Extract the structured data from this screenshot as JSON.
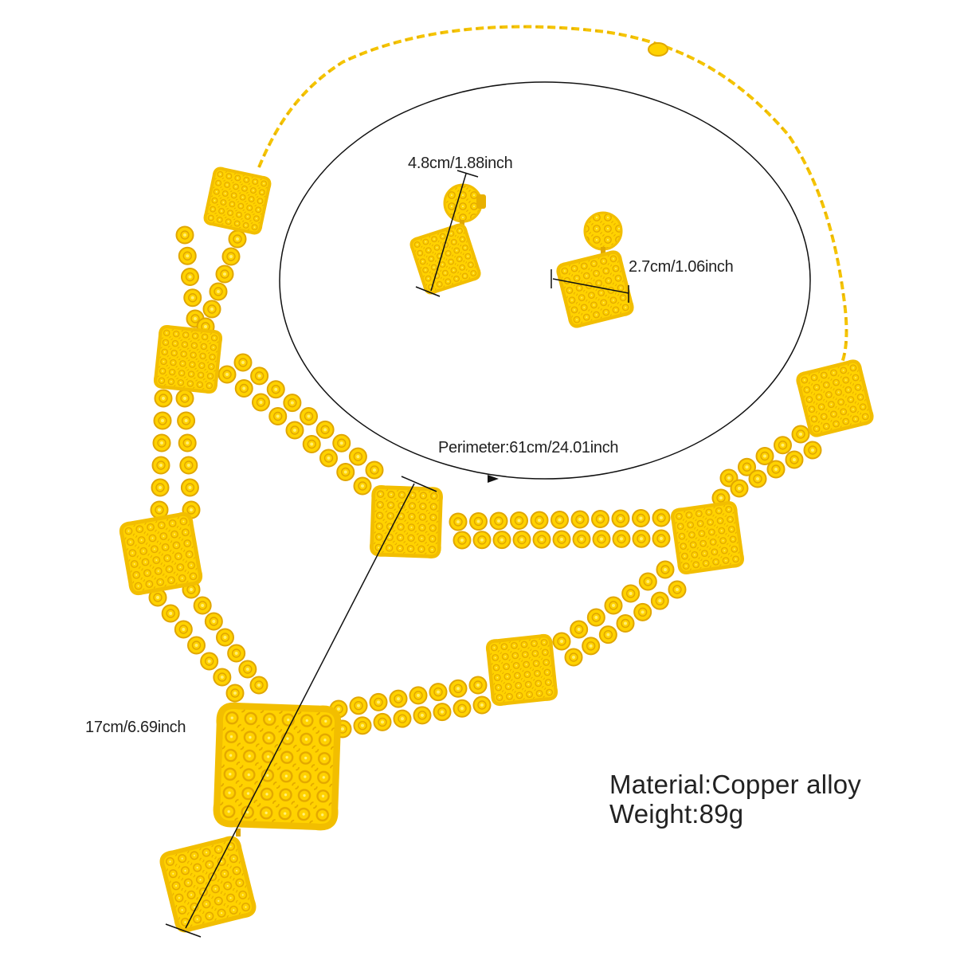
{
  "product": {
    "gold_color": "#FFD200",
    "gold_dark": "#E8B000",
    "line_color": "#111111"
  },
  "measurements": {
    "earring_length": "4.8cm/1.88inch",
    "earring_width": "2.7cm/1.06inch",
    "perimeter": "Perimeter:61cm/24.01inch",
    "pendant_drop": "17cm/6.69inch"
  },
  "specs": {
    "material": "Material:Copper alloy",
    "weight": "Weight:89g"
  }
}
